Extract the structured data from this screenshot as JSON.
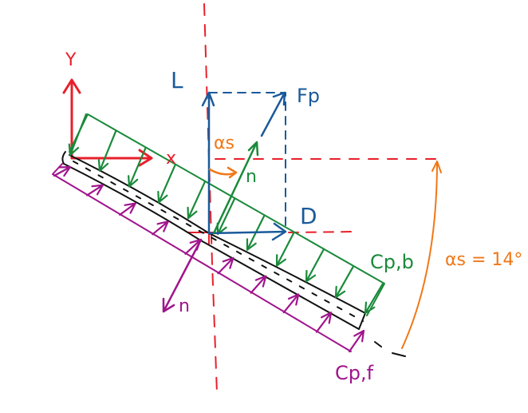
{
  "colors": {
    "axes": "#e8202a",
    "forces": "#1a5a9a",
    "pressure_back": "#1a8a3a",
    "pressure_front": "#a0148c",
    "angle": "#f07818",
    "plate": "#111111"
  },
  "labels": {
    "y_axis": "Y",
    "x_axis": "x",
    "lift": "L",
    "drag": "D",
    "force": "Fp",
    "angle_small": "αs",
    "normal_top": "n",
    "normal_bottom": "n",
    "cp_back": "Cp,b",
    "cp_front": "Cp,f",
    "angle_value": "αs = 14°"
  }
}
